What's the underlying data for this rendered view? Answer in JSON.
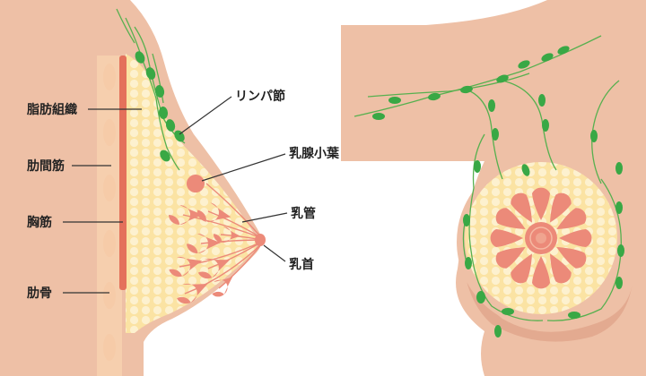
{
  "labels": {
    "fat_tissue": "脂肪組織",
    "intercostal": "肋間筋",
    "pectoral": "胸筋",
    "rib": "肋骨",
    "lymph_node": "リンパ節",
    "lobule": "乳腺小葉",
    "duct": "乳管",
    "nipple": "乳首"
  },
  "colors": {
    "skin": "#eec0a6",
    "skin_shadow": "#e3aa90",
    "fat": "#fbe3a3",
    "fat_cell": "#fdf1cf",
    "gland": "#ec8a79",
    "gland_dark": "#e67566",
    "lymph": "#39a845",
    "lymph_vessel": "#57b04f",
    "rib_bone": "#f6cba8",
    "rib_shaft": "#f6cfae",
    "muscle": "#e4715b",
    "leader_line": "#333333"
  }
}
